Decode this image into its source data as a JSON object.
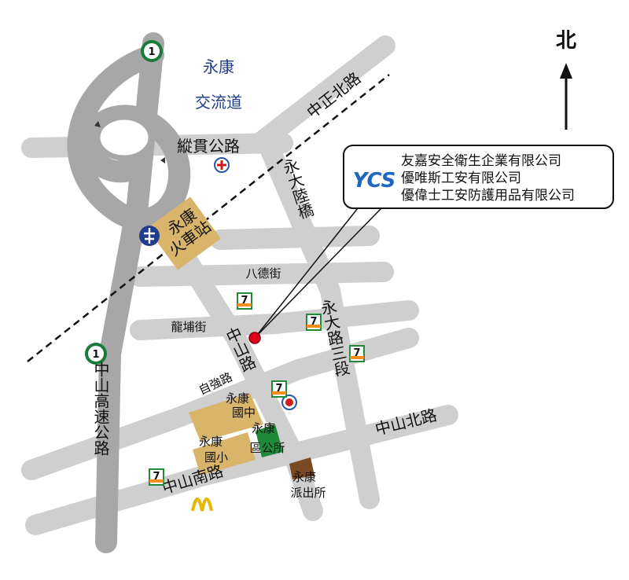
{
  "north": {
    "label": "北"
  },
  "highway_shield_number": "1",
  "interchange": {
    "line1": "永康",
    "line2": "交流道"
  },
  "roads": {
    "zhongzheng_north": "中正北路",
    "zongguan": "縱貫公路",
    "yongda_bridge": "永大陸橋",
    "bade": "八德街",
    "longpu": "龍埔街",
    "zhongshan": "中山路",
    "yongda_3": "永大路三段",
    "ziqiang": "自強路",
    "zhongshan_north": "中山北路",
    "zhongshan_south": "中山南路",
    "freeway": "中山高速公路"
  },
  "station": {
    "line1": "永康",
    "line2": "火車站"
  },
  "landmarks": {
    "junior_high": {
      "line1": "永康",
      "line2": "國中"
    },
    "elementary": {
      "line1": "永康",
      "line2": "國小"
    },
    "district_office": {
      "line1": "永康",
      "line2": "區公所"
    },
    "police": {
      "line1": "永康",
      "line2": "派出所"
    }
  },
  "callout": {
    "logo": "YCS",
    "companies": [
      "友嘉安全衛生企業有限公司",
      "優唯斯工安有限公司",
      "優偉士工安防護用品有限公司"
    ]
  },
  "store_number": "7",
  "colors": {
    "road": "#cfcfcf",
    "freeway": "#a7a7a7",
    "building": "#d9b56b",
    "district_office": "#1f8a3a",
    "police": "#7a4a22",
    "marker": "#e0001b",
    "label_blue": "#1f3d8a"
  }
}
